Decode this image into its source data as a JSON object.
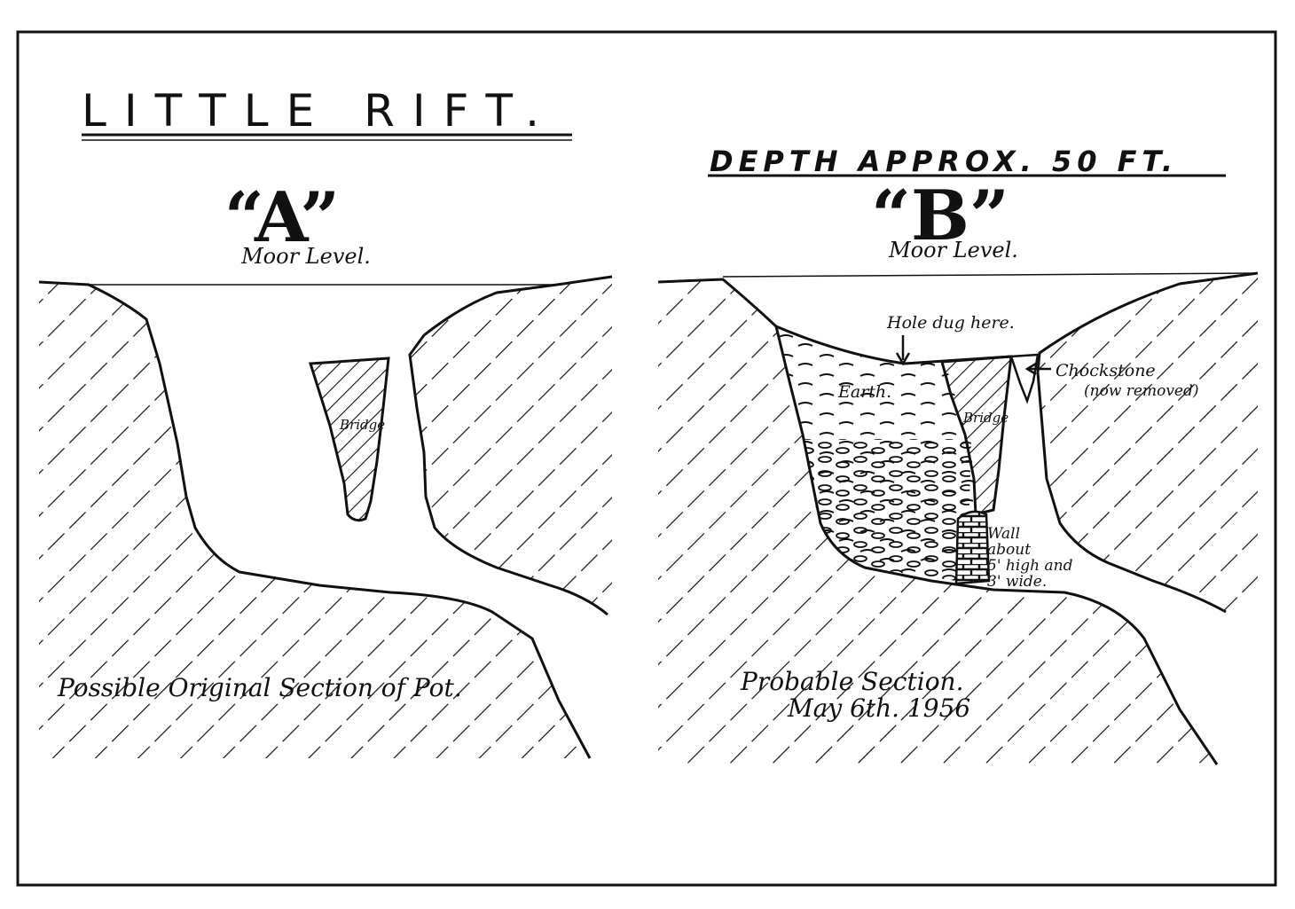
{
  "title": "LITTLE RIFT.",
  "depth_note": "DEPTH APPROX. 50 FT.",
  "section_a": {
    "letter": "“A”",
    "moor_level": "Moor Level.",
    "bridge": "Bridge",
    "caption": "Possible Original Section of Pot."
  },
  "section_b": {
    "letter": "“B”",
    "moor_level": "Moor Level.",
    "hole_note": "Hole dug here.",
    "chockstone": "Chockstone",
    "chockstone_note": "(now removed)",
    "earth": "Earth.",
    "bridge": "Bridge",
    "wall_lines": [
      "Wall",
      "about",
      "5' high and",
      "3' wide."
    ],
    "caption_line1": "Probable Section.",
    "caption_line2": "May 6th. 1956"
  },
  "colors": {
    "ink": "#111111",
    "paper": "#ffffff"
  }
}
